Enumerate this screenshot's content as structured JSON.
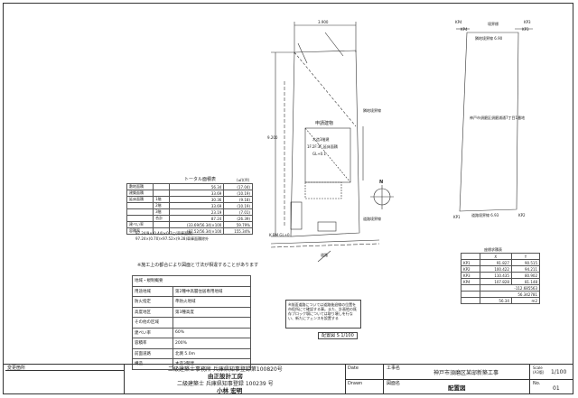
{
  "area_table": {
    "title": "トータル面積表",
    "unit": "(㎡)(坪)",
    "rows": [
      {
        "label": "敷地面積",
        "sub": "",
        "m2": "56.34",
        "tsubo": "(17.04)"
      },
      {
        "label": "建築面積",
        "sub": "",
        "m2": "33.69",
        "tsubo": "(10.19)"
      },
      {
        "label": "延床面積",
        "sub": "1階",
        "m2": "30.36",
        "tsubo": "(9.18)"
      },
      {
        "label": "",
        "sub": "2階",
        "m2": "33.69",
        "tsubo": "(10.19)"
      },
      {
        "label": "",
        "sub": "3階",
        "m2": "23.19",
        "tsubo": "(7.01)"
      },
      {
        "label": "",
        "sub": "合計",
        "m2": "87.24",
        "tsubo": "(26.39)"
      },
      {
        "label": "建ぺい率",
        "sub": "",
        "m2": "(33.69/56.34)×100",
        "tsubo": "59.79%"
      },
      {
        "label": "容積率",
        "sub": "",
        "m2": "(87.52/56.34)×100",
        "tsubo": "155.34%"
      }
    ],
    "footnotes": [
      "97.24/9×(0.44)×0.7に(車庫面積)",
      "97.24×(0.70)×97.52×(9.28)車庫面積除外"
    ]
  },
  "warning_text": "※施工上の都合により図面と寸法が相違することがあります",
  "zone_table": {
    "title": "地域・規制概要",
    "rows": [
      {
        "label": "用途地域",
        "value": "第2種中高層住居専用地域"
      },
      {
        "label": "防火指定",
        "value": "準防火地域"
      },
      {
        "label": "高度地区",
        "value": "第3種高度"
      },
      {
        "label": "その他の区域",
        "value": ""
      },
      {
        "label": "建ぺい率",
        "value": "60%"
      },
      {
        "label": "容積率",
        "value": "200%"
      },
      {
        "label": "前面道路",
        "value": "北側 5.0m"
      },
      {
        "label": "構造",
        "value": "木造3階建"
      }
    ]
  },
  "plan": {
    "top_dim": "3.900",
    "left_dim": "9.200",
    "north_label": "N",
    "building_label": "申請建物",
    "bld_line1": "木造3階建",
    "bld_line2": "1F:2F:3F 延床面積",
    "bld_line3": "GL+0.1",
    "notes_right": [
      "隣地境界線",
      "道路境界線"
    ],
    "road_label": "道路",
    "bottom_note": "K.BM GL±0",
    "scale_label": "配置図 S 1/100"
  },
  "survey": {
    "top_labels": [
      "KP4",
      "境界標",
      "KP3"
    ],
    "pt_top_left": "KP4",
    "pt_top_right": "KP3",
    "left_note": "隣地境界線 6.90",
    "right_note": "神戸市須磨区須磨浦通7丁目1番地",
    "bottom_note": "道路境界線 6.93",
    "pt_bl": "KP1",
    "pt_br": "KP2"
  },
  "coord_table": {
    "title": "座標求積表",
    "header": [
      "",
      "X",
      "Y"
    ],
    "rows": [
      [
        "KP1",
        "91.827",
        "90.515"
      ],
      [
        "KP2",
        "100.422",
        "94.211"
      ],
      [
        "KP3",
        "110.435",
        "80.902"
      ],
      [
        "KP4",
        "107.828",
        "81.148"
      ]
    ],
    "sum1": "-112.685563",
    "sum2": "56.342781",
    "area": "56.34",
    "unit": "m2"
  },
  "note_box": "※前面道路については道路後退線の位置を市役所にて確認する事。また、計画地の既存ブロック塀については取り壊しを行ない、新たにフェンスを設置する",
  "title_block": {
    "revision_label": "変更箇所",
    "office_line1": "二級建築士事務所  兵庫県知事登録第100820号",
    "office_line2": "由正設計工房",
    "arch_line1": "二級建築士  兵庫県知事登録 100239 号",
    "arch_line2": "小林  宏明",
    "date_label": "Date",
    "drawn_label": "Drawn",
    "project_label": "工事名",
    "project_value": "神戸市須磨区某邸新築工事",
    "drawing_label": "図面名",
    "drawing_value": "配置図",
    "scale_label": "Scale\n(A3版)",
    "scale_value": "1/100",
    "no_label": "No.",
    "no_value": "01"
  }
}
